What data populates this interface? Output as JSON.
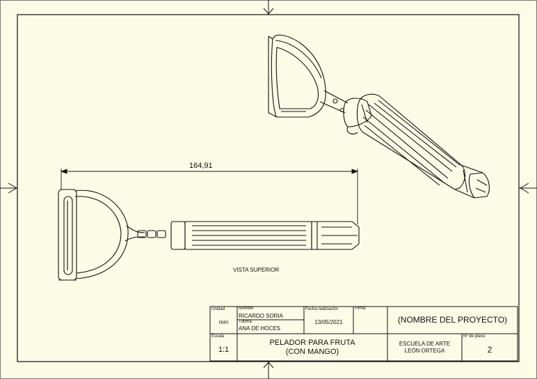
{
  "drawing": {
    "dimension_value": "164,91",
    "view_label": "VISTA SUPERIOR"
  },
  "title_block": {
    "unidad_label": "Unidad",
    "unidad_value": "mm",
    "nombre_label": "Nombre",
    "nombre_value": "RICARDO SORIA",
    "tutoria_label": "Tutoría",
    "tutoria_value": "ANA DE HOCES",
    "fecha_label": "Fecha realización",
    "fecha_value": "13/05/2021",
    "firma_label": "Firma",
    "proyecto": "(NOMBRE DEL PROYECTO)",
    "escala_label": "Escala",
    "escala_value": "1:1",
    "titulo_line1": "PELADOR PARA FRUTA",
    "titulo_line2": "(CON MANGO)",
    "escuela_line1": "ESCUELA DE ARTE",
    "escuela_line2": "LEÓN ORTEGA",
    "plano_label": "Nº de plano",
    "plano_value": "2"
  },
  "colors": {
    "paper": "#fbfbe6",
    "line": "#111111"
  }
}
